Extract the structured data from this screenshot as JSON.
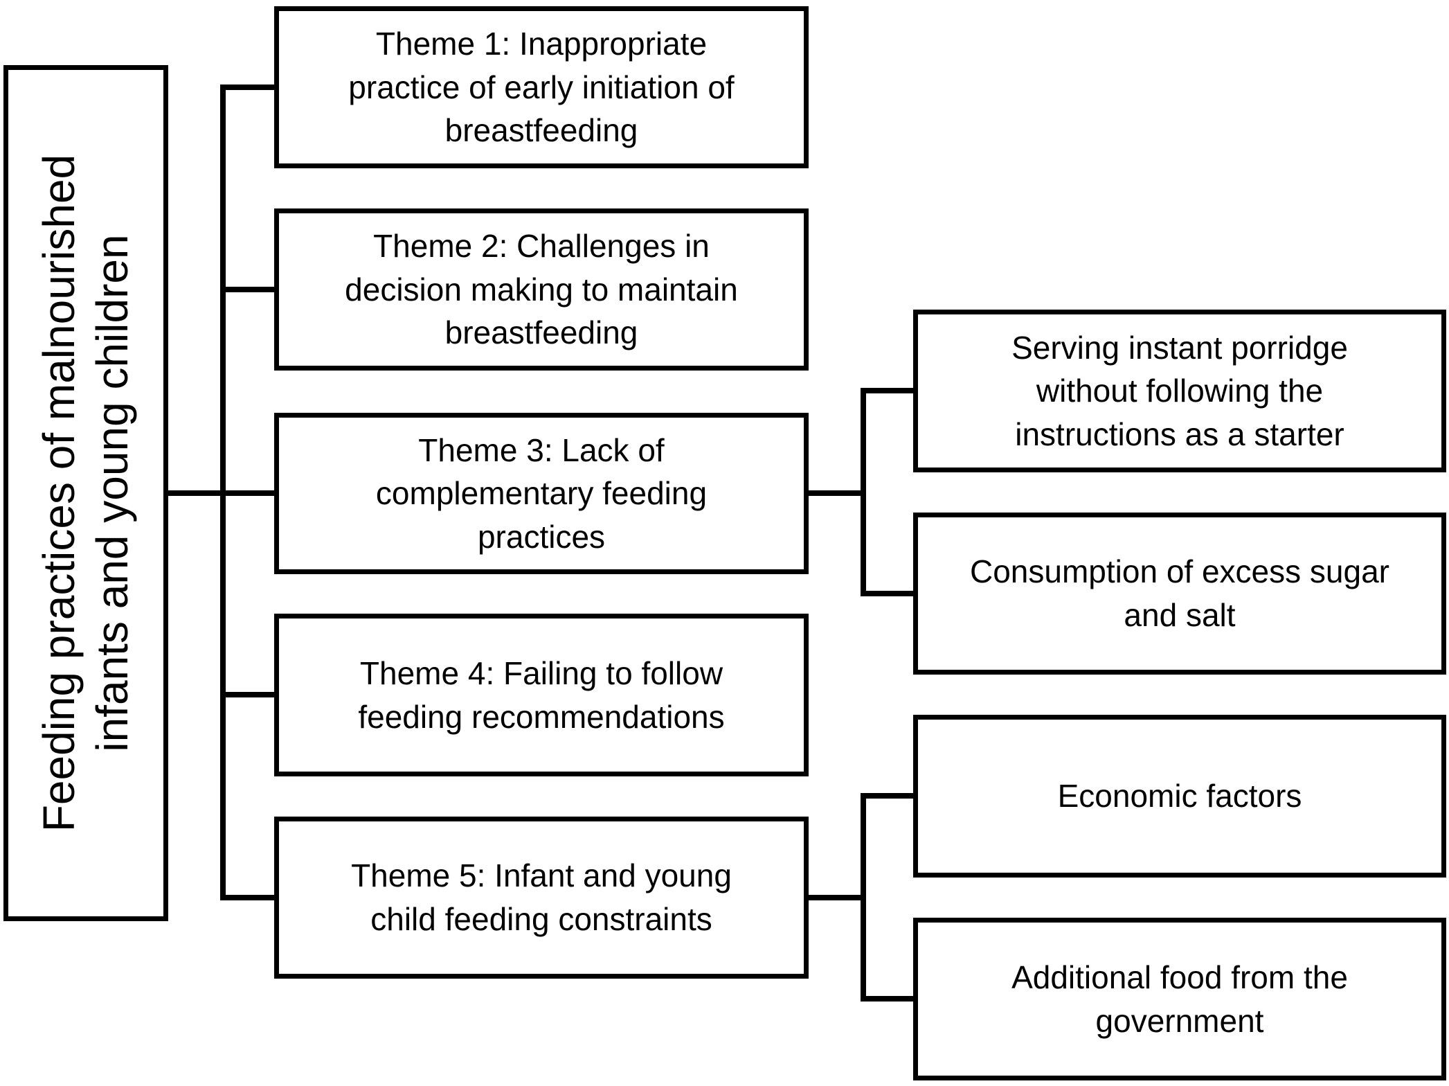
{
  "figure": {
    "background_color": "#ffffff",
    "line_color": "#000000",
    "text_color": "#000000",
    "root": {
      "label": "Feeding practices of malnourished\ninfants and young children"
    },
    "themes": [
      {
        "label": "Theme 1: Inappropriate\npractice of early initiation of\nbreastfeeding"
      },
      {
        "label": "Theme 2: Challenges in\ndecision making to maintain\nbreastfeeding"
      },
      {
        "label": "Theme 3: Lack of\ncomplementary feeding\npractices"
      },
      {
        "label": "Theme 4: Failing to follow\nfeeding recommendations"
      },
      {
        "label": "Theme 5: Infant and young\nchild feeding constraints"
      }
    ],
    "theme3_subthemes": [
      {
        "label": "Serving instant porridge\nwithout following the\ninstructions as a starter"
      },
      {
        "label": "Consumption of excess sugar\nand salt"
      }
    ],
    "theme5_subthemes": [
      {
        "label": "Economic factors"
      },
      {
        "label": "Additional food from the\ngovernment"
      }
    ]
  }
}
